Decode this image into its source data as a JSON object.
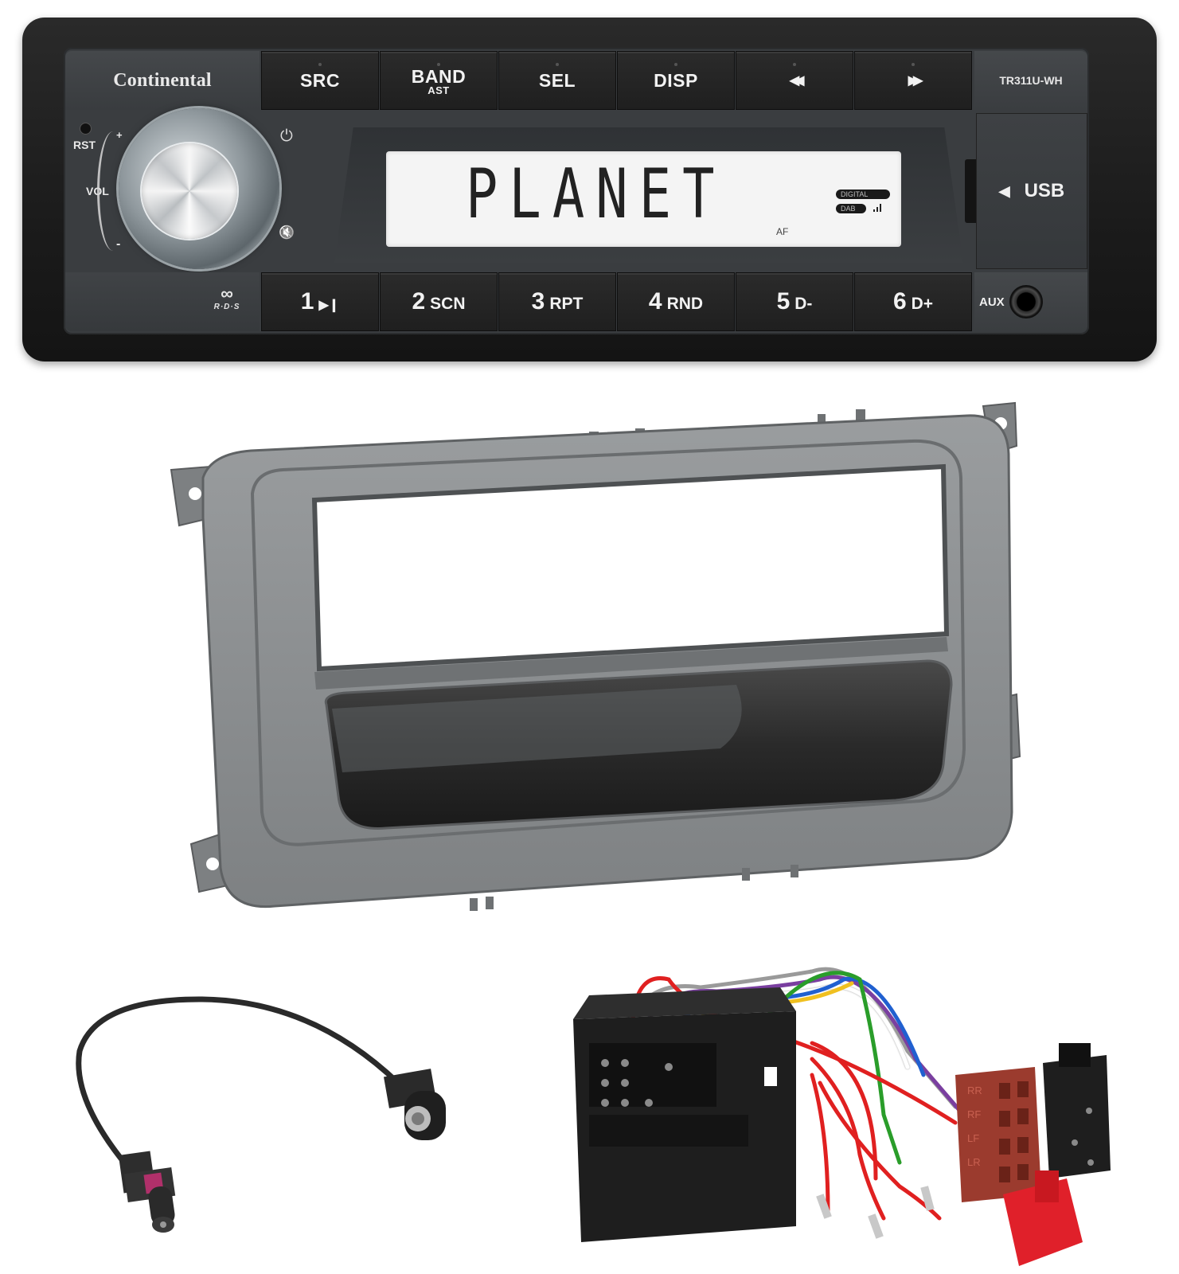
{
  "radio": {
    "brand": "Continental",
    "model": "TR311U-WH",
    "top_buttons": [
      {
        "label": "SRC",
        "sub": ""
      },
      {
        "label": "BAND",
        "sub": "AST"
      },
      {
        "label": "SEL",
        "sub": ""
      },
      {
        "label": "DISP",
        "sub": ""
      },
      {
        "label": "◀◀",
        "sub": "",
        "icon": "rewind-icon"
      },
      {
        "label": "▶▶",
        "sub": "",
        "icon": "fast-forward-icon"
      }
    ],
    "preset_buttons": [
      {
        "number": "1",
        "sub": "▶❙",
        "icon": "play-pause-icon"
      },
      {
        "number": "2",
        "sub": "SCN"
      },
      {
        "number": "3",
        "sub": "RPT"
      },
      {
        "number": "4",
        "sub": "RND"
      },
      {
        "number": "5",
        "sub": "D-"
      },
      {
        "number": "6",
        "sub": "D+"
      }
    ],
    "knob_labels": {
      "reset": "RST",
      "volume": "VOL",
      "plus": "+",
      "minus": "-"
    },
    "power_icon": "⏻",
    "mute_icon": "🔇",
    "display": {
      "text": "PLANET",
      "af": "AF",
      "badge_digital": "DIGITAL",
      "badge_dab": "DAB",
      "signal_bars": 3
    },
    "usb": {
      "arrow": "◀",
      "label": "USB"
    },
    "aux": {
      "label": "AUX"
    },
    "rds": {
      "glyph": "∞",
      "label": "R·D·S"
    },
    "colors": {
      "shell": "#1b1b1b",
      "face": "#3a3d40",
      "button": "#222222",
      "lcd": "#f4f4f4",
      "text": "#f2f2f2"
    }
  },
  "fascia": {
    "name": "single-DIN mounting panel",
    "color": "#8a8d8f",
    "pocket_color": "#262626"
  },
  "antenna_adapter": {
    "cable_color": "#2a2a2a",
    "fakra_accent": "#b0306a"
  },
  "harness": {
    "iso_labels": [
      "RR",
      "RF",
      "LF",
      "LR"
    ],
    "wire_colors": [
      "#e02020",
      "#2a9d2a",
      "#f2f2f2",
      "#7a3fa0",
      "#9a9a9a",
      "#f0c020",
      "#2060d0",
      "#ffffff"
    ],
    "connector_red": "#9b3b2e",
    "connector_black": "#1e1e1e",
    "splice_color": "#e0202a"
  }
}
